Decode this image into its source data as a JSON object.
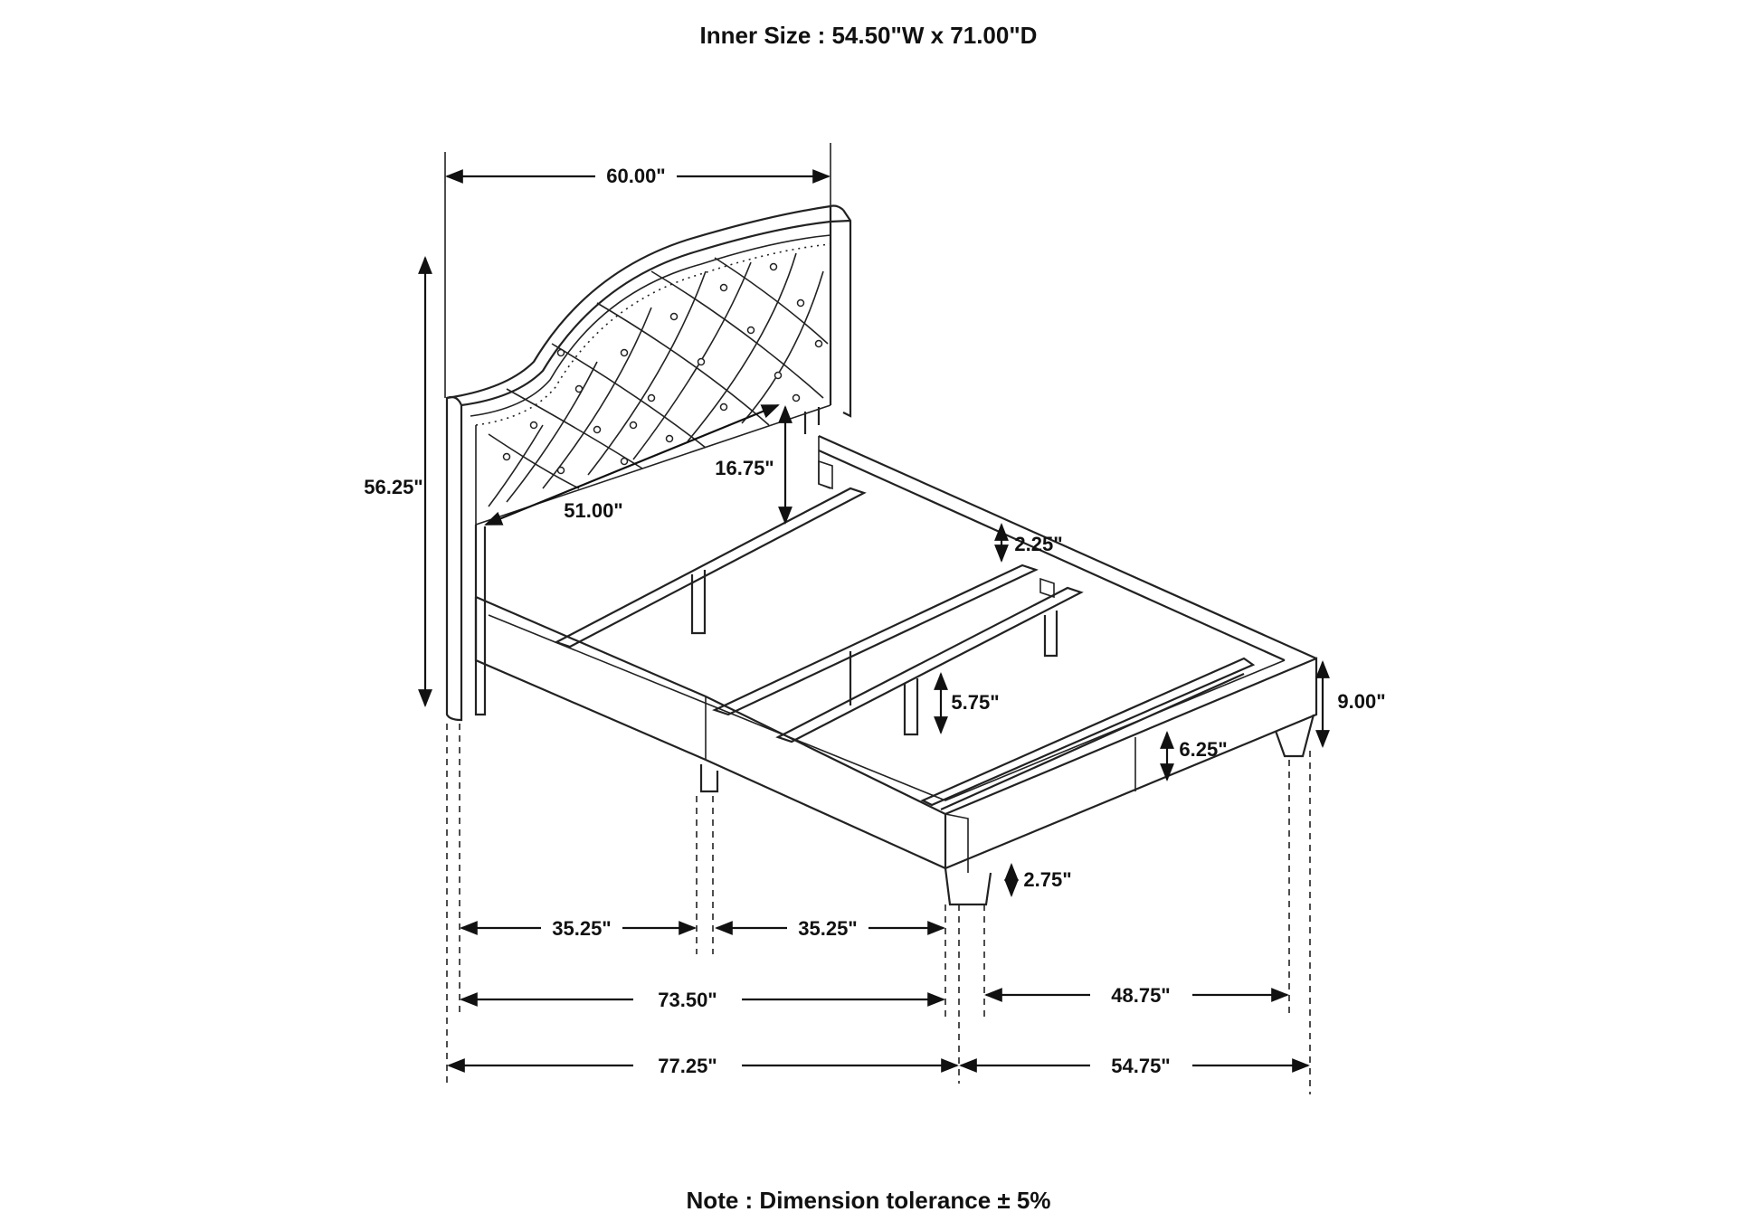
{
  "header": {
    "inner_size": "Inner Size : 54.50\"W x 71.00\"D"
  },
  "footer": {
    "note": "Note : Dimension tolerance ± 5%"
  },
  "dimensions": {
    "headboard_width": "60.00\"",
    "overall_height": "56.25\"",
    "headboard_panel_height": "16.75\"",
    "headboard_panel_width": "51.00\"",
    "slat_thickness": "2.25\"",
    "footboard_height": "9.00\"",
    "center_support_height": "5.75\"",
    "rail_height": "6.25\"",
    "leg_height": "2.75\"",
    "length_half_1": "35.25\"",
    "length_half_2": "35.25\"",
    "inner_length": "73.50\"",
    "overall_length": "77.25\"",
    "inner_width": "48.75\"",
    "overall_width": "54.75\""
  },
  "colors": {
    "line": "#222222",
    "background": "#ffffff"
  }
}
